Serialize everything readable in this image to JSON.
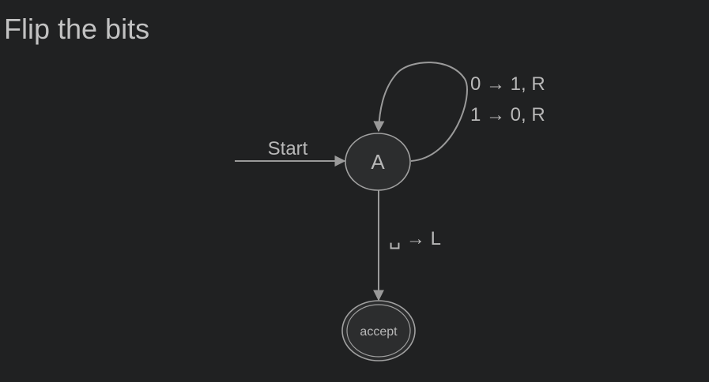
{
  "title": "Flip the bits",
  "diagram": {
    "states": [
      {
        "id": "A",
        "label": "A"
      },
      {
        "id": "accept",
        "label": "accept"
      }
    ],
    "start_label": "Start",
    "transitions": [
      {
        "from": "A",
        "to": "A",
        "labels": [
          "0 → 1, R",
          "1 → 0, R"
        ]
      },
      {
        "from": "A",
        "to": "accept",
        "labels": [
          "␣ → L"
        ]
      }
    ]
  }
}
